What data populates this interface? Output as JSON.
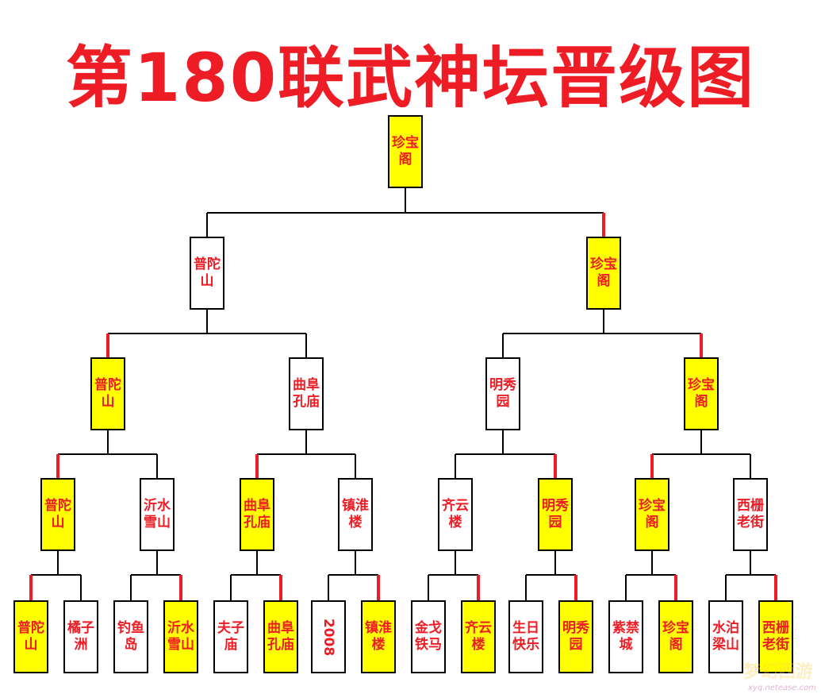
{
  "title": "第180联武神坛晋级图",
  "colors": {
    "winner_fill": "#ffff00",
    "text": "#ee1c24",
    "win_line": "#ee1c24",
    "line": "#000000"
  },
  "watermark": {
    "logo": "梦幻西游",
    "url": "xyq.netease.com"
  },
  "bracket": {
    "round1": [
      "普陀山",
      "橘子洲",
      "钓鱼岛",
      "沂水雪山",
      "夫子庙",
      "曲阜孔庙",
      "2008",
      "镇淮楼",
      "金戈铁马",
      "齐云楼",
      "生日快乐",
      "明秀园",
      "紫禁城",
      "珍宝阁",
      "水泊梁山",
      "西栅老街"
    ],
    "round2": [
      "普陀山",
      "沂水雪山",
      "曲阜孔庙",
      "镇淮楼",
      "齐云楼",
      "明秀园",
      "珍宝阁",
      "西栅老街"
    ],
    "round3": [
      "普陀山",
      "曲阜孔庙",
      "明秀园",
      "珍宝阁"
    ],
    "round4": [
      "普陀山",
      "珍宝阁"
    ],
    "champion": [
      "珍宝阁"
    ],
    "winners": {
      "round1": [
        0,
        3,
        5,
        7,
        9,
        11,
        13,
        15
      ],
      "round2": [
        0,
        2,
        5,
        6
      ],
      "round3": [
        0,
        3
      ],
      "round4": [
        1
      ],
      "champion": [
        0
      ]
    }
  }
}
